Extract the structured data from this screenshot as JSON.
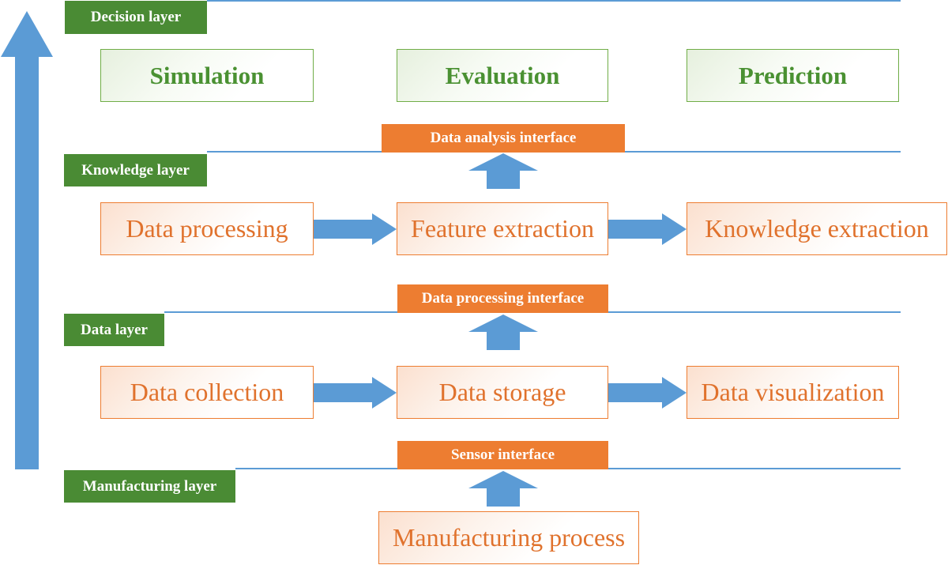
{
  "layers": {
    "decision": "Decision layer",
    "knowledge": "Knowledge layer",
    "data": "Data layer",
    "manufacturing": "Manufacturing layer"
  },
  "decision_layer": {
    "boxes": [
      "Simulation",
      "Evaluation",
      "Prediction"
    ]
  },
  "interfaces": {
    "data_analysis": "Data analysis interface",
    "data_processing": "Data processing interface",
    "sensor": "Sensor interface"
  },
  "knowledge_layer": {
    "boxes": [
      "Data processing",
      "Feature extraction",
      "Knowledge extraction"
    ]
  },
  "data_layer": {
    "boxes": [
      "Data collection",
      "Data storage",
      "Data visualization"
    ]
  },
  "manufacturing_layer": {
    "box": "Manufacturing process"
  },
  "colors": {
    "layer_label": "#4a8b34",
    "decision_text": "#4a9132",
    "orange": "#ed7d31",
    "arrow": "#5b9bd5"
  }
}
